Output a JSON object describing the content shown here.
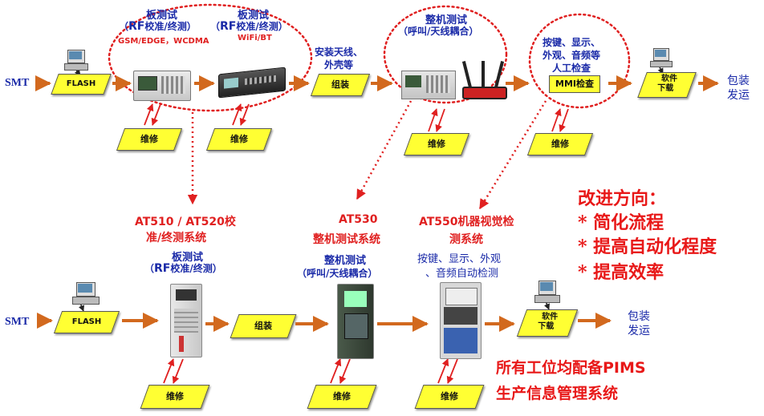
{
  "top": {
    "smt": "SMT",
    "flash": "FLASH",
    "board_test_1": {
      "title": "板测试",
      "sub_prefix": "（",
      "rf": "RF",
      "sub_rest": "校准/终测）",
      "bands": "GSM/EDGE，WCDMA"
    },
    "board_test_2": {
      "title": "板测试",
      "sub_prefix": "（",
      "rf": "RF",
      "sub_rest": "校准/终测）",
      "bands": "WiFi/BT"
    },
    "assembly_label": [
      "安装天线、",
      "外壳等"
    ],
    "assembly": "组装",
    "phone_test": {
      "title": "整机测试",
      "sub": "（呼叫/天线耦合）"
    },
    "mmi_label": [
      "按键、显示、",
      "外观、音频等",
      "人工检查"
    ],
    "mmi": "MMI检查",
    "software": [
      "软件",
      "下载"
    ],
    "pack": [
      "包装",
      "发运"
    ],
    "repair": "维修"
  },
  "systems": {
    "at510": [
      "AT510 / AT520校",
      "准/终测系统"
    ],
    "at530": [
      "AT530",
      "整机测试系统"
    ],
    "at550": [
      "AT550机器视觉检",
      "测系统"
    ]
  },
  "bottom": {
    "smt": "SMT",
    "flash": "FLASH",
    "board_test": {
      "title": "板测试",
      "sub_prefix": "（",
      "rf": "RF",
      "sub_rest": "校准/终测）"
    },
    "assembly": "组装",
    "phone_test": {
      "title": "整机测试",
      "sub": "（呼叫/天线耦合）"
    },
    "auto_check": [
      "按键、显示、外观",
      "、音频自动检测"
    ],
    "software": [
      "软件",
      "下载"
    ],
    "pack": [
      "包装",
      "发运"
    ],
    "repair": "维修"
  },
  "improve": {
    "title": "改进方向：",
    "items": [
      "* 简化流程",
      "* 提高自动化程度",
      "* 提高效率"
    ]
  },
  "pims": [
    "所有工位均配备PIMS",
    "生产信息管理系统"
  ],
  "colors": {
    "accent_red": "#e02020",
    "label_blue": "#1a2aa8",
    "box_yellow": "#ffff33",
    "arrow_orange": "#d2691e"
  }
}
